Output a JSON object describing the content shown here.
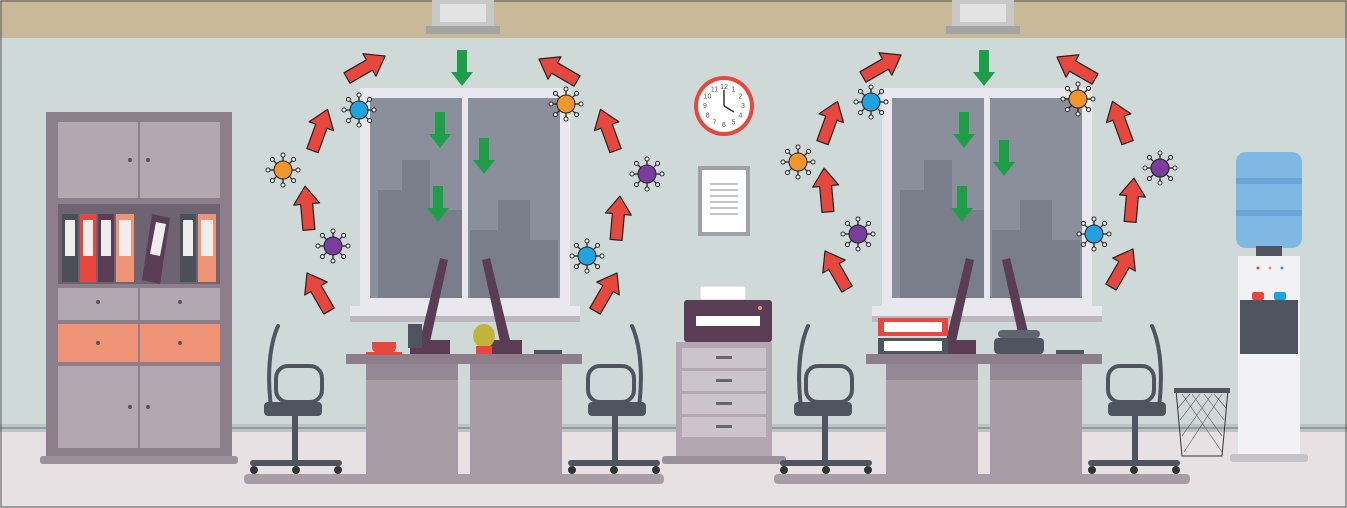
{
  "scene": {
    "description_id": "office-airflow-virus-illustration",
    "clock_numbers": [
      "12",
      "1",
      "2",
      "3",
      "4",
      "5",
      "6",
      "7",
      "8",
      "9",
      "10",
      "11"
    ],
    "virus_colors": {
      "orange": "#f0962a",
      "blue": "#1fa3e0",
      "purple": "#7a3d9e"
    },
    "arrow_colors": {
      "outflow": "#e8473d",
      "downflow": "#1f9e4a"
    },
    "palette": {
      "ceiling": "#c9b998",
      "wall": "#cfdad8",
      "floor": "#e8e1e4",
      "furniture": "#a89ca6",
      "furniture_dark": "#7e7080",
      "chair": "#4f5560",
      "window_glass": "#8b8f9c",
      "accent_orange": "#f09478"
    }
  }
}
